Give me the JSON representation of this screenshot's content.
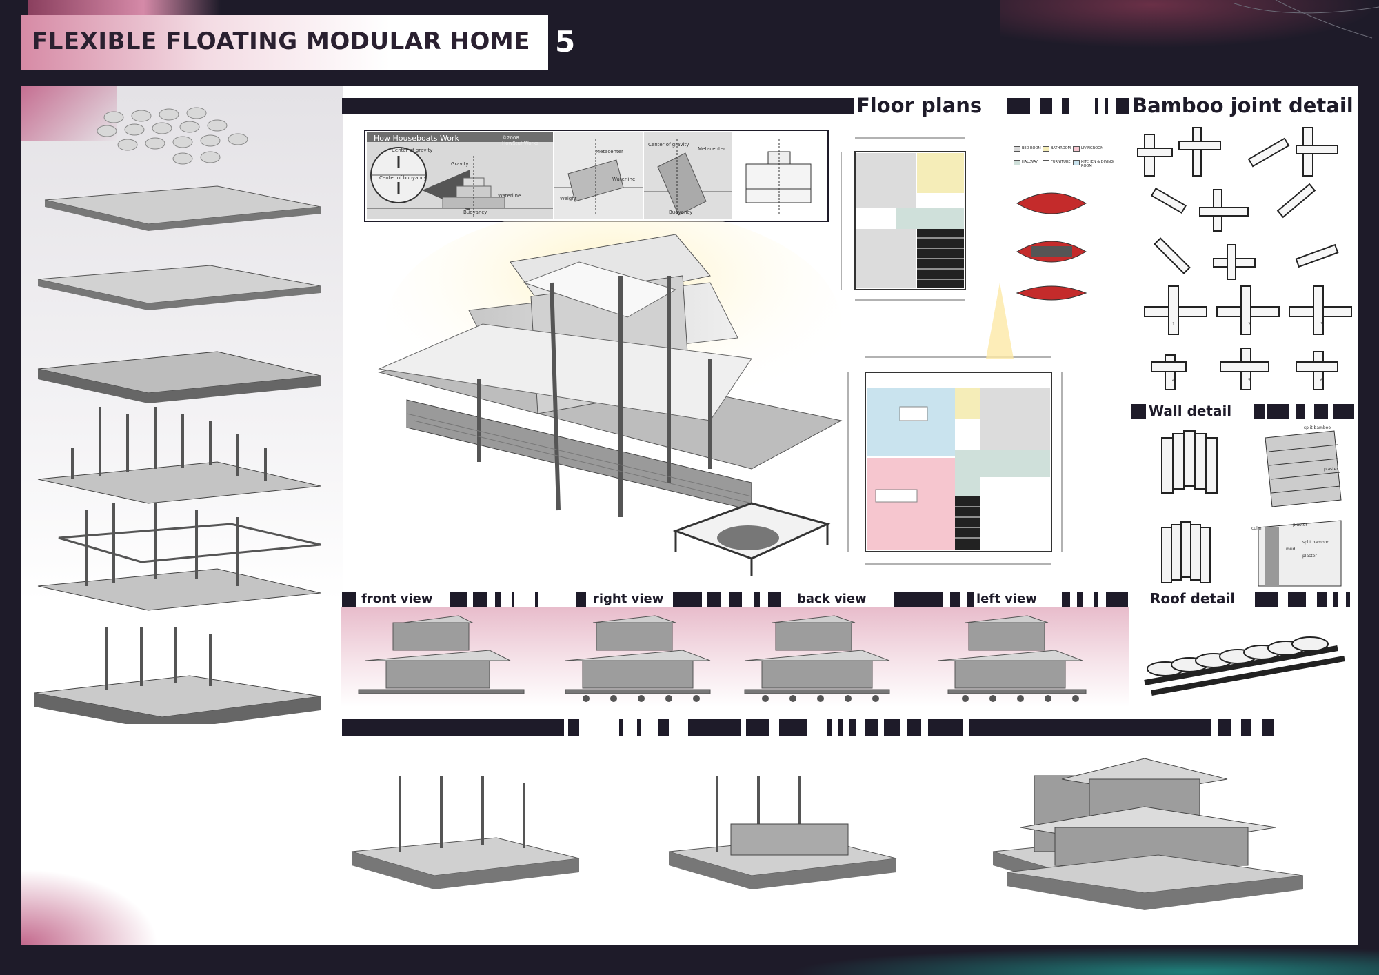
{
  "header": {
    "title": "FLEXIBLE FLOATING MODULAR HOME",
    "page_number": "5"
  },
  "sections": {
    "floor_plans": "Floor plans",
    "bamboo_joint": "Bamboo joint detail",
    "wall_detail": "Wall detail",
    "roof_detail": "Roof detail",
    "front_view": "front view",
    "right_view": "right view",
    "back_view": "back view",
    "left_view": "left view"
  },
  "houseboat_diagram": {
    "title": "How Houseboats Work",
    "copyright": "©2008 HowStuffWorks",
    "labels": {
      "center_of_gravity": "Center of gravity",
      "center_of_buoyancy": "Center of buoyancy",
      "gravity": "Gravity",
      "waterline": "Waterline",
      "buoyancy": "Buoyancy",
      "metacenter": "Metacenter",
      "weight": "Weight"
    }
  },
  "legend": [
    {
      "label": "BED ROOM",
      "color": "#d9d9d9"
    },
    {
      "label": "BATHROOM",
      "color": "#f5edb8"
    },
    {
      "label": "LIVINGROOM",
      "color": "#f6c6cf"
    },
    {
      "label": "HALLWAY",
      "color": "#cfe0da"
    },
    {
      "label": "FURNITURE",
      "color": "#ffffff"
    },
    {
      "label": "KITCHEN & DINING ROOM",
      "color": "#c9e3ee"
    }
  ],
  "wall_notes": {
    "n1": "split bamboo",
    "n2": "plaster",
    "n3": "culm",
    "n4": "plaster",
    "n5": "split bamboo",
    "n6": "mud",
    "n7": "plaster"
  },
  "joint_numbers": [
    "1",
    "2",
    "3",
    "4",
    "5",
    "6"
  ],
  "colors": {
    "frame": "#1e1b29",
    "accent_pink": "#d68aa5",
    "sheet": "#ffffff"
  }
}
